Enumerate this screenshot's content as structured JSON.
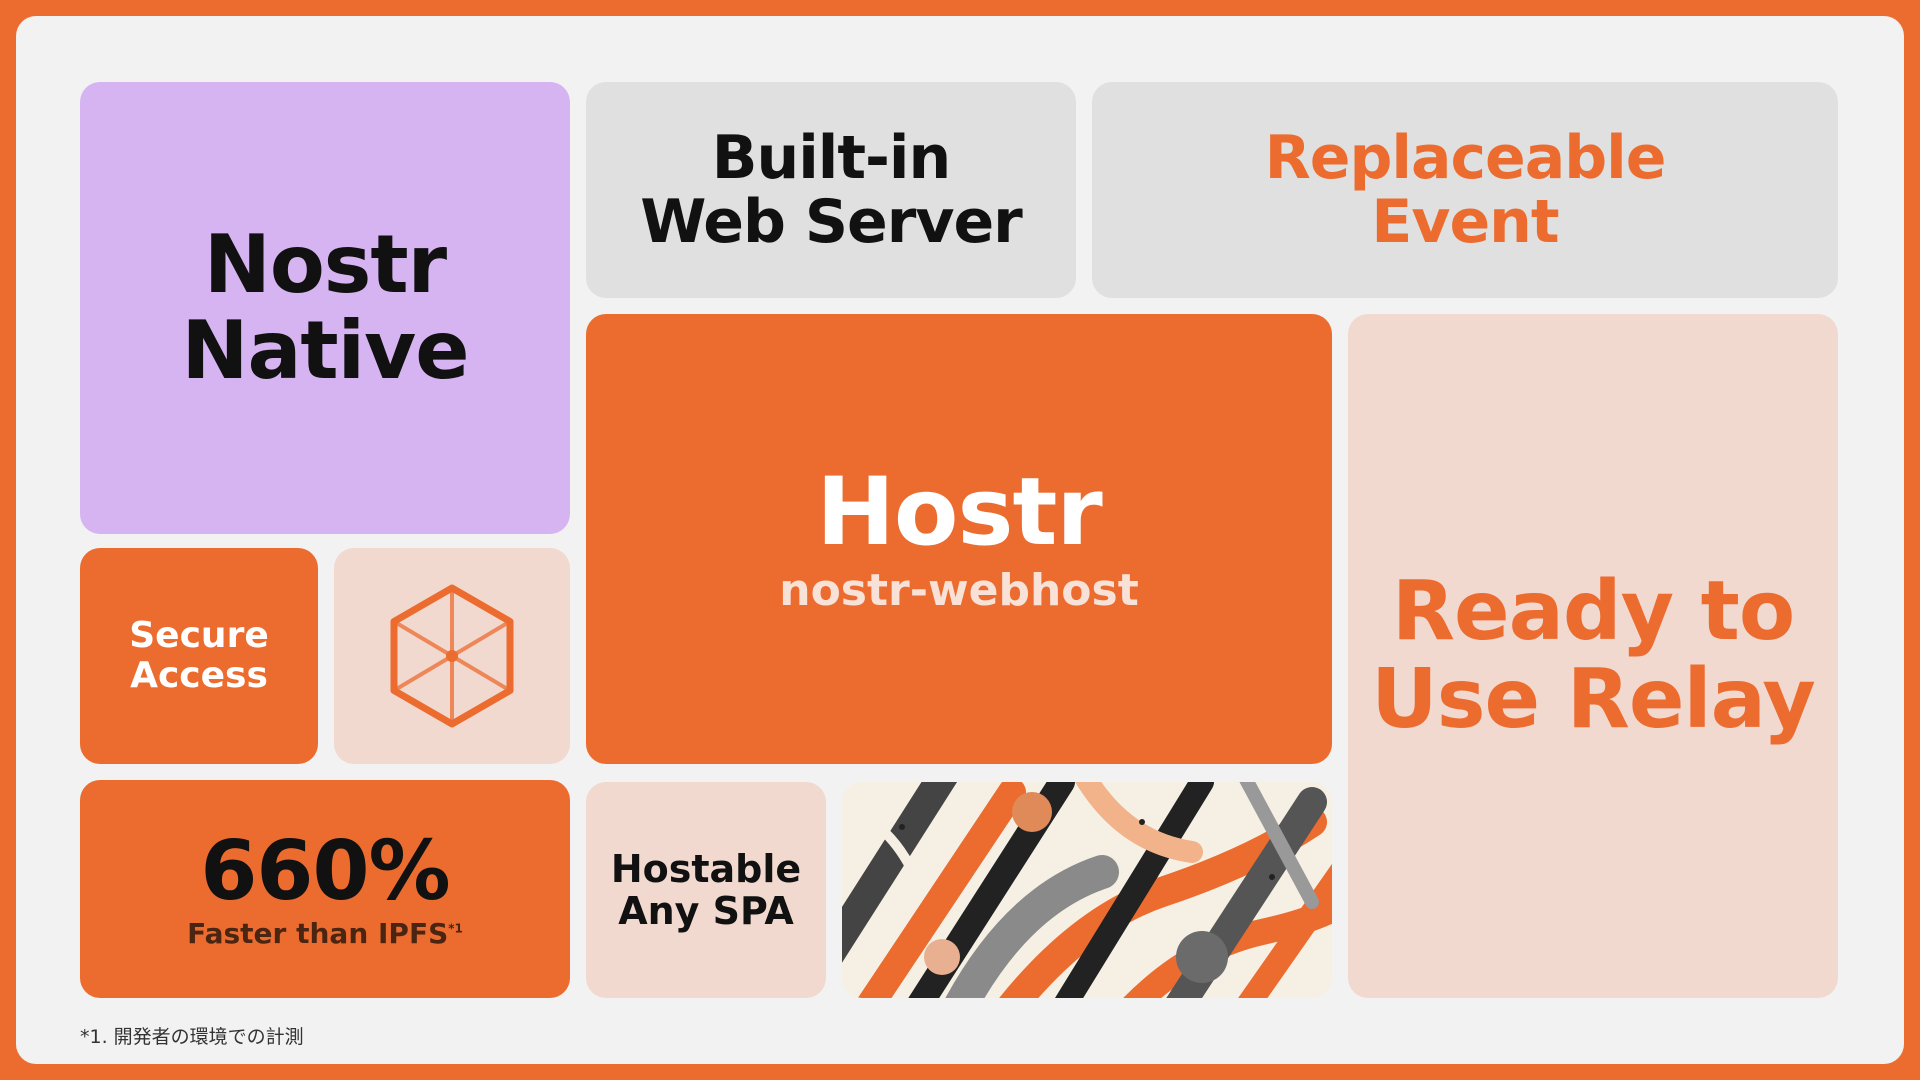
{
  "tiles": {
    "nostr_native": [
      "Nostr",
      "Native"
    ],
    "web_server": [
      "Built-in",
      "Web Server"
    ],
    "replaceable": [
      "Replaceable",
      "Event"
    ],
    "hostr": {
      "title": "Hostr",
      "subtitle": "nostr-webhost"
    },
    "relay": [
      "Ready to",
      "Use Relay"
    ],
    "secure": [
      "Secure",
      "Access"
    ],
    "spa": [
      "Hostable",
      "Any SPA"
    ],
    "speed": {
      "value": "660%",
      "caption": "Faster than IPFS",
      "mark": "*1"
    }
  },
  "footnote": "*1. 開発者の環境での計測",
  "icons": [
    "hexagon-cube-icon",
    "abstract-pattern-image"
  ],
  "colors": {
    "brand_orange": "#ec6c30",
    "lavender": "#d6b4f2",
    "grey": "#e0e0e0",
    "pale_peach": "#f2d9cf",
    "background": "#f2f2f2"
  }
}
